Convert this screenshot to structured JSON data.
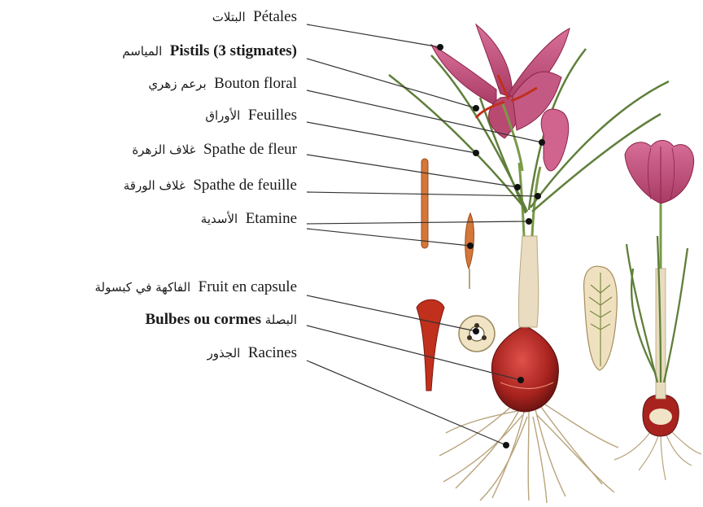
{
  "labels": [
    {
      "fr": "Pétales",
      "ar": "البتلات",
      "order": "ar-fr",
      "bold": false
    },
    {
      "fr": "Pistils (3 stigmates)",
      "ar": "المياسم",
      "order": "ar-fr",
      "bold": true
    },
    {
      "fr": "Bouton floral",
      "ar": "برعم زهري",
      "order": "ar-fr",
      "bold": false
    },
    {
      "fr": "Feuilles",
      "ar": "الأوراق",
      "order": "ar-fr",
      "bold": false
    },
    {
      "fr": "Spathe de fleur",
      "ar": "غلاف الزهرة",
      "order": "ar-fr",
      "bold": false
    },
    {
      "fr": "Spathe de feuille",
      "ar": "غلاف الورقة",
      "order": "ar-fr",
      "bold": false
    },
    {
      "fr": "Etamine",
      "ar": "الأسدية",
      "order": "ar-fr",
      "bold": false
    },
    {
      "fr": "Fruit en capsule",
      "ar": "الفاكهة في كبسولة",
      "order": "ar-fr",
      "bold": false
    },
    {
      "fr": "Bulbes ou cormes",
      "ar": "البصلة",
      "order": "fr-ar",
      "bold": true
    },
    {
      "fr": "Racines",
      "ar": "الجذور",
      "order": "ar-fr",
      "bold": false
    }
  ],
  "colors": {
    "petal": "#c4547a",
    "petal_dark": "#8c2446",
    "stigma": "#c0301c",
    "leaf": "#5f7f3a",
    "bulb": "#a8231e",
    "root": "#b9a47c",
    "line": "#333333"
  }
}
